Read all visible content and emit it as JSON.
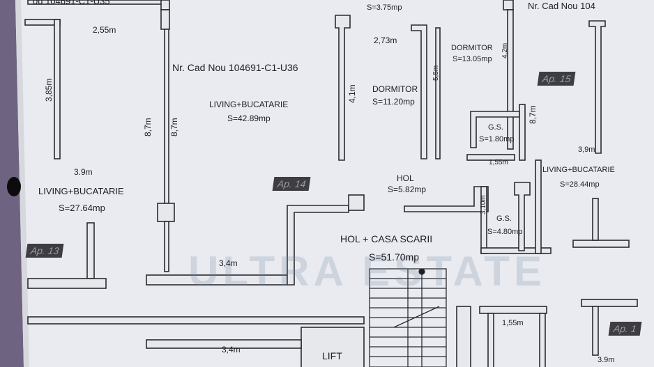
{
  "cadastral": {
    "top_left_cut": "ou 104691-C1-U35",
    "center": "Nr. Cad Nou 104691-C1-U36",
    "top_right_cut": "Nr. Cad Nou 104"
  },
  "rooms": {
    "living_left": {
      "name": "LIVING+BUCATARIE",
      "area": "S=27.64mp"
    },
    "living_center": {
      "name": "LIVING+BUCATARIE",
      "area": "S=42.89mp"
    },
    "dormitor_center": {
      "name": "DORMITOR",
      "area": "S=11.20mp"
    },
    "dormitor_right": {
      "name": "DORMITOR",
      "area": "S=13.05mp"
    },
    "gs_top": {
      "name": "G.S.",
      "area": "S=1.80mp"
    },
    "gs_bottom": {
      "name": "G.S.",
      "area": "S=4.80mp"
    },
    "hol": {
      "name": "HOL",
      "area": "S=5.82mp"
    },
    "living_right": {
      "name": "LIVING+BUCATARIE",
      "area": "S=28.44mp"
    },
    "hol_casa_scarii": {
      "name": "HOL + CASA SCARII",
      "area": "S=51.70mp"
    },
    "top_cut_area": "S=3.75mp",
    "lift": "LIFT"
  },
  "dimensions": {
    "d_255": "2,55m",
    "d_385": "3,85m",
    "d_39_left": "3.9m",
    "d_87_a": "8,7m",
    "d_87_b": "8,7m",
    "d_273": "2,73m",
    "d_41": "4,1m",
    "d_55": "5,5m",
    "d_42": "4,2m",
    "d_87_right": "8,7m",
    "d_155_top": "1,55m",
    "d_310": "3,10m",
    "d_39_right": "3,9m",
    "d_34_center": "3,4m",
    "d_34_bottom": "3,4m",
    "d_155_bottom": "1,55m",
    "d_39_bottom": "3.9m"
  },
  "apartments": {
    "ap13": "Ap. 13",
    "ap14": "Ap. 14",
    "ap15": "Ap. 15",
    "ap16": "Ap. 1"
  },
  "watermark": "ULTRA ESTATE",
  "colors": {
    "paper": "#e9ebf0",
    "wall": "#e7e8ec",
    "wall_stroke": "#2a2a30",
    "text": "#1e1e22",
    "tag_bg": "#3d3d42",
    "background": "#6e6380"
  }
}
